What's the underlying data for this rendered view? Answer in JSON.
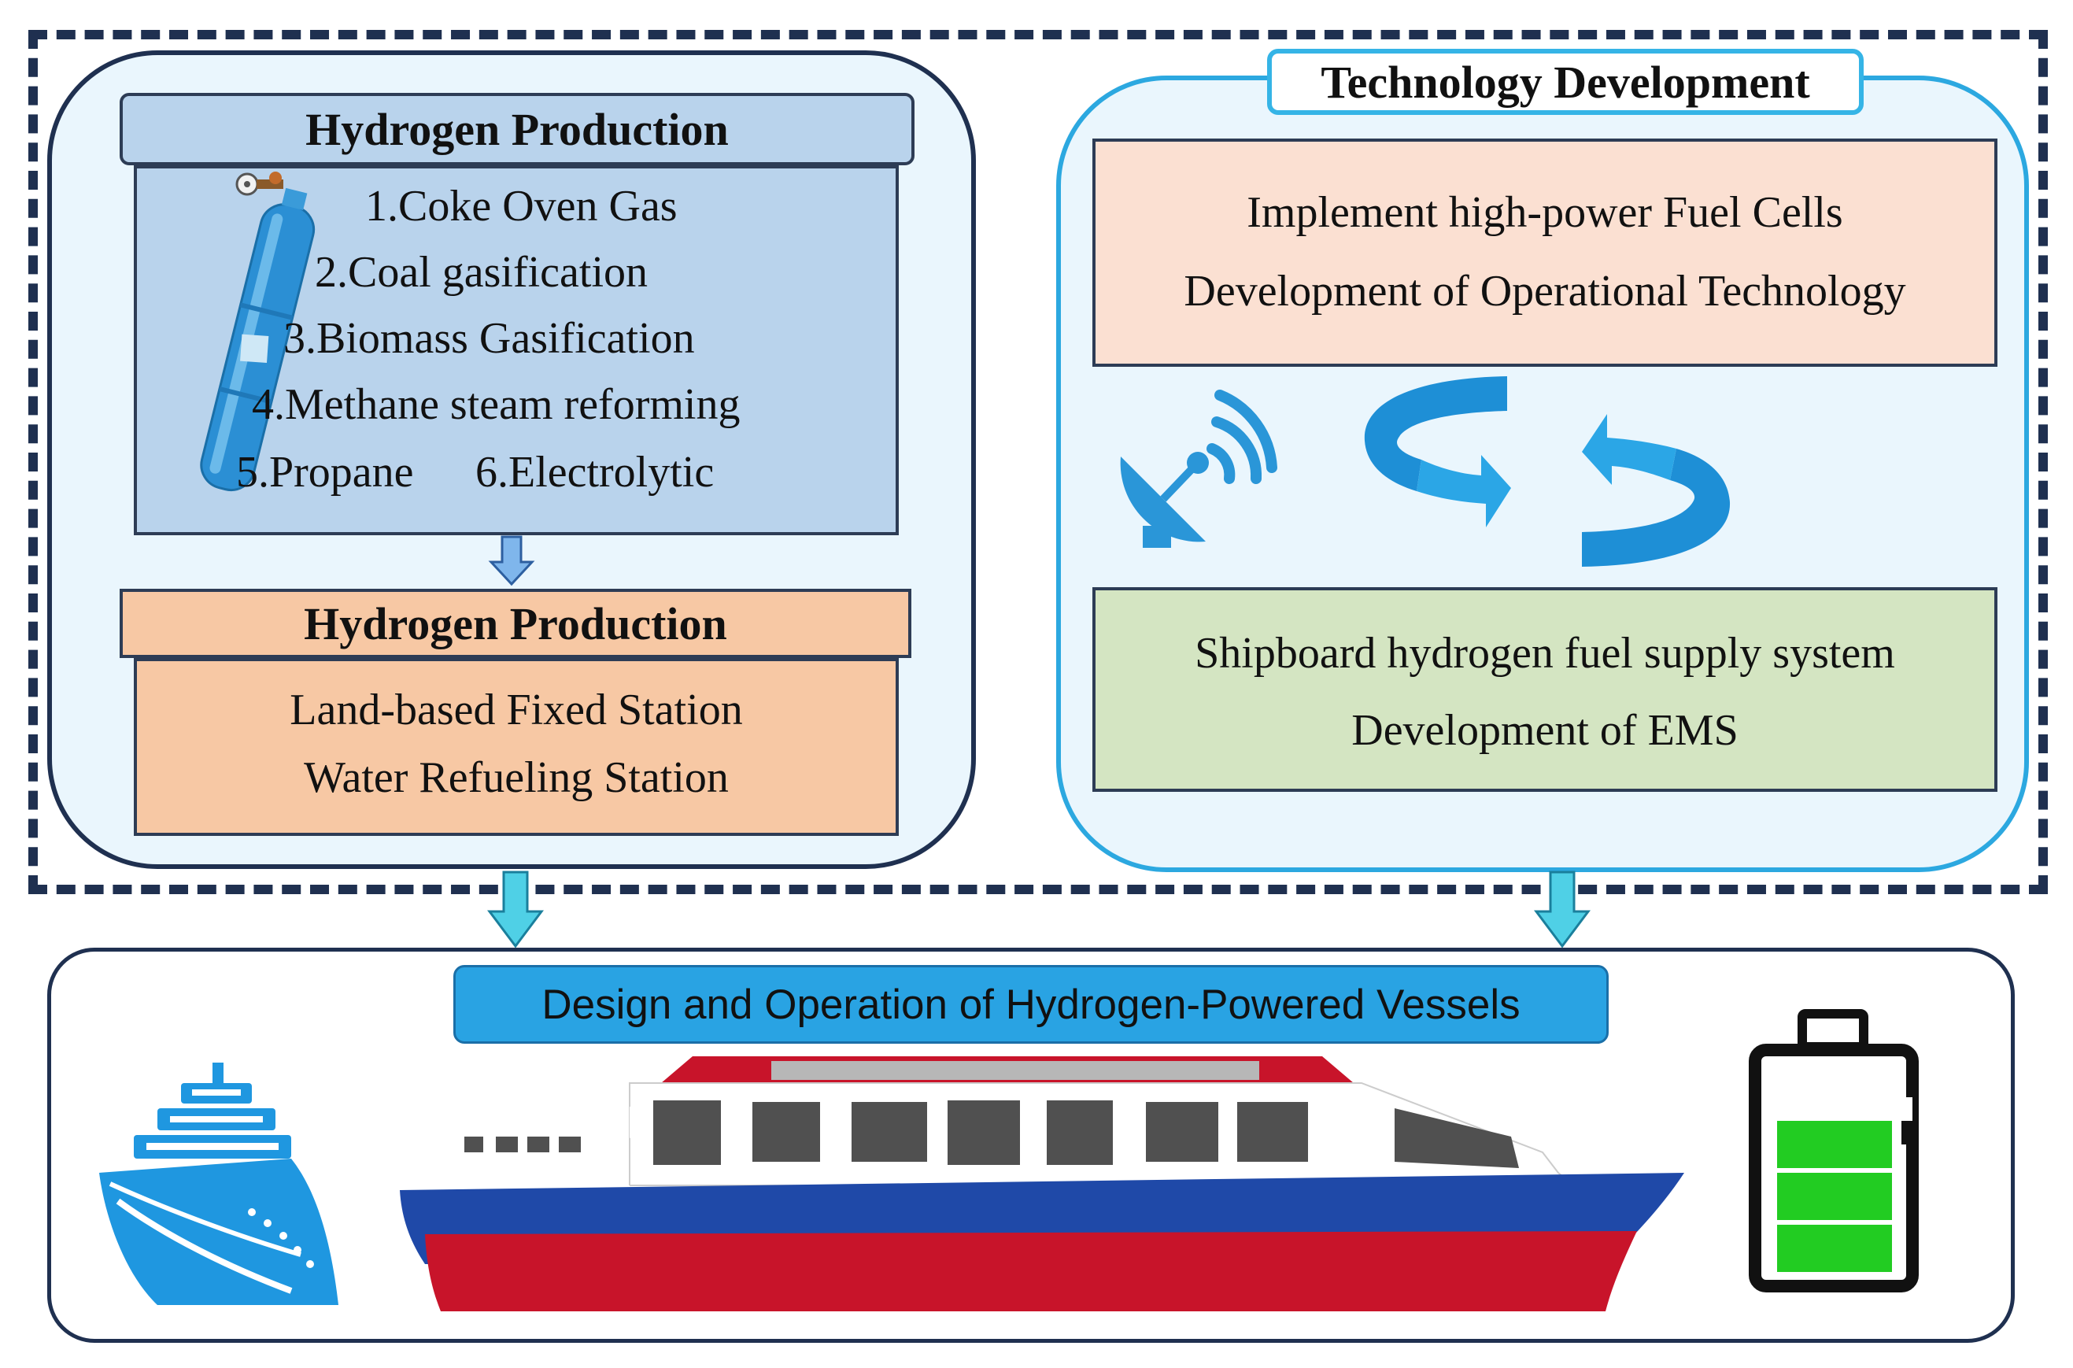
{
  "production": {
    "header": "Hydrogen Production",
    "items": [
      "1.Coke Oven Gas",
      "2.Coal gasification",
      "3.Biomass Gasification",
      "4.Methane steam reforming",
      "5.Propane",
      "6.Electrolytic"
    ]
  },
  "stations": {
    "header": "Hydrogen Production",
    "lines": [
      "Land-based Fixed Station",
      "Water Refueling Station"
    ]
  },
  "technology": {
    "title": "Technology Development",
    "top_lines": [
      "Implement high-power Fuel Cells",
      "Development of Operational Technology"
    ],
    "bottom_lines": [
      "Shipboard hydrogen fuel supply system",
      "Development of EMS"
    ]
  },
  "vessels": {
    "title": "Design and Operation of Hydrogen-Powered Vessels"
  },
  "icons": [
    "hydrogen-cylinder-icon",
    "satellite-dish-icon",
    "cycle-arrows-icon",
    "cruise-ship-icon",
    "ferry-vessel-icon",
    "battery-icon",
    "down-arrow-icon"
  ],
  "colors": {
    "frame": "#1f3050",
    "accent_blue": "#29a3e3",
    "production_blue": "#b9d3ec",
    "station_orange": "#f7c8a4",
    "tech_pink": "#fbe0d2",
    "tech_green": "#d4e5c2",
    "battery_green": "#22cc22"
  }
}
